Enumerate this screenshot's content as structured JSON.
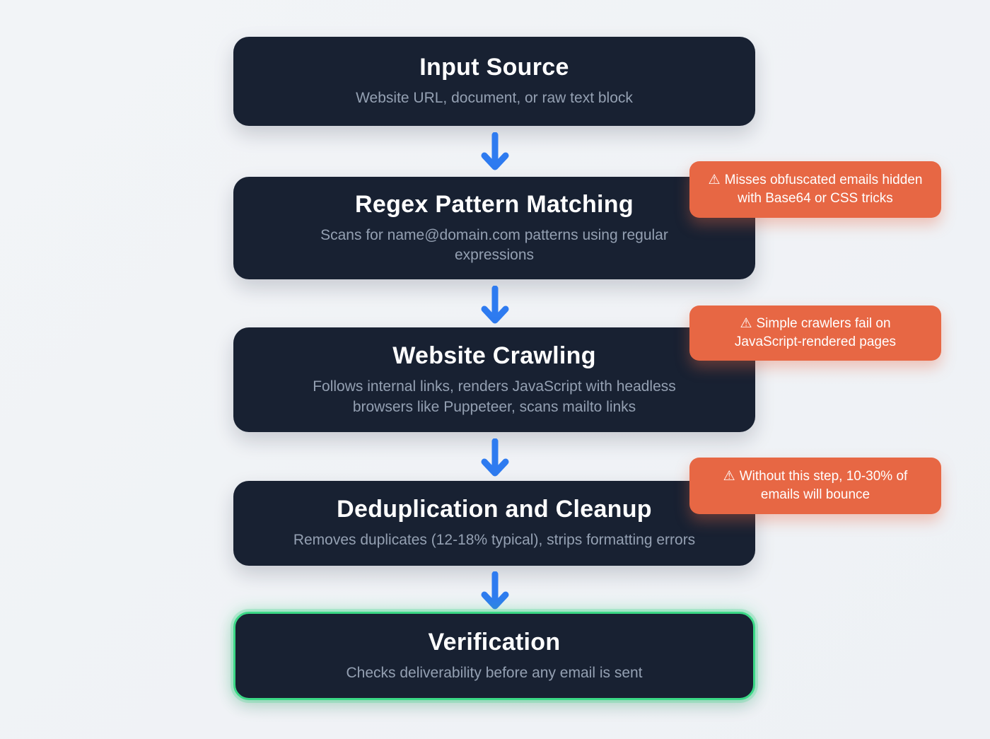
{
  "colors": {
    "background": "#f2f4f7",
    "box_background": "#182132",
    "box_title": "#ffffff",
    "box_subtitle": "#94a0b2",
    "arrow_blue": "#2e7bf0",
    "warning_background": "#e76744",
    "warning_text": "#ffffff",
    "final_step_border_green": "#3bd886"
  },
  "warning_icon": "⚠",
  "steps": [
    {
      "title": "Input Source",
      "subtitle": "Website URL, document, or raw text block"
    },
    {
      "title": "Regex Pattern Matching",
      "subtitle": "Scans for name@domain.com patterns using regular expressions",
      "warning": "Misses obfuscated emails hidden with Base64 or CSS tricks"
    },
    {
      "title": "Website Crawling",
      "subtitle": "Follows internal links, renders JavaScript with headless browsers like Puppeteer, scans mailto links",
      "warning": "Simple crawlers fail on JavaScript-rendered pages"
    },
    {
      "title": "Deduplication and Cleanup",
      "subtitle": "Removes duplicates (12-18% typical), strips formatting errors",
      "warning": "Without this step, 10-30% of emails will bounce"
    },
    {
      "title": "Verification",
      "subtitle": "Checks deliverability before any email is sent"
    }
  ]
}
